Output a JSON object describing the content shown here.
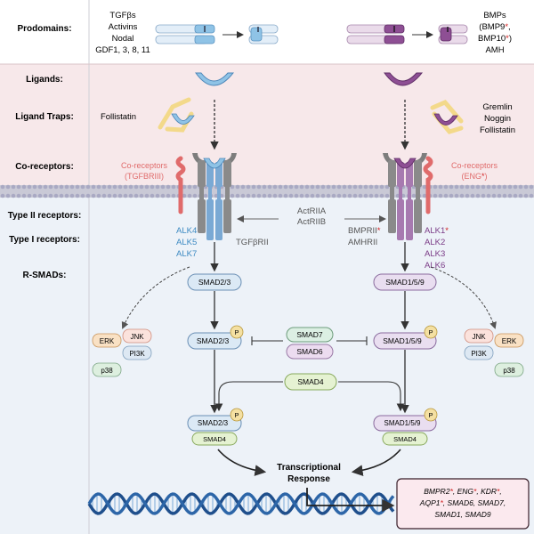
{
  "prodomains": {
    "label": "Prodomains:",
    "left": [
      "TGFβs",
      "Activins",
      "Nodal",
      "GDF1, 3, 8, 11"
    ],
    "right_l1": "BMPs",
    "right_l2a": "(BMP9",
    "right_l2b": ",",
    "right_l3a": "BMP10",
    "right_l3b": ")",
    "right_l4": "AMH",
    "star": "*"
  },
  "ligands": {
    "label": "Ligands:"
  },
  "ligand_traps": {
    "label": "Ligand Traps:",
    "left": "Follistatin",
    "right": [
      "Gremlin",
      "Noggin",
      "Follistatin"
    ]
  },
  "co_receptors": {
    "label": "Co-receptors:",
    "left_l1": "Co-receptors",
    "left_l2": "(TGFBRIII)",
    "right_l1": "Co-receptors",
    "right_l2a": "(ENG",
    "right_l2b": ")"
  },
  "type2": {
    "label": "Type II receptors:",
    "shared": [
      "ActRIIA",
      "ActRIIB"
    ],
    "left": "TGFβRII",
    "right_l1": "BMPRII",
    "right_l2": "AMHRII"
  },
  "type1": {
    "label": "Type I receptors:",
    "left": [
      "ALK4",
      "ALK5",
      "ALK7"
    ],
    "right": [
      "ALK1",
      "ALK2",
      "ALK3",
      "ALK6"
    ]
  },
  "rsmads": {
    "label": "R-SMADs:",
    "left": "SMAD2/3",
    "right": "SMAD1/5/9",
    "smad7": "SMAD7",
    "smad6": "SMAD6",
    "smad4": "SMAD4",
    "p": "P"
  },
  "kinases": {
    "erk": "ERK",
    "jnk": "JNK",
    "pi3k": "PI3K",
    "p38": "p38"
  },
  "response": {
    "l1": "Transcriptional",
    "l2": "Response"
  },
  "genes": {
    "l1": [
      {
        "t": "BMPR2"
      },
      {
        "t": "*",
        "star": true
      },
      {
        "t": ", "
      },
      {
        "t": "ENG"
      },
      {
        "t": "*",
        "star": true
      },
      {
        "t": ", "
      },
      {
        "t": "KDR"
      },
      {
        "t": "*",
        "star": true
      },
      {
        "t": ","
      }
    ],
    "l2": [
      {
        "t": "AQP1"
      },
      {
        "t": "*",
        "star": true
      },
      {
        "t": ", SMAD6, SMAD7,"
      }
    ],
    "l3": "SMAD1, SMAD9"
  },
  "colors": {
    "tgf_blue": "#8fc3e6",
    "bmp_purple": "#8e4f94",
    "tgf_text": "#3d8ac2",
    "bmp_text": "#7a3a86",
    "coreceptor_red": "#e06b6b",
    "star_red": "#d21f1f",
    "gene_box_bg": "#fbe9ee",
    "gene_box_border": "#3a1f2a"
  }
}
